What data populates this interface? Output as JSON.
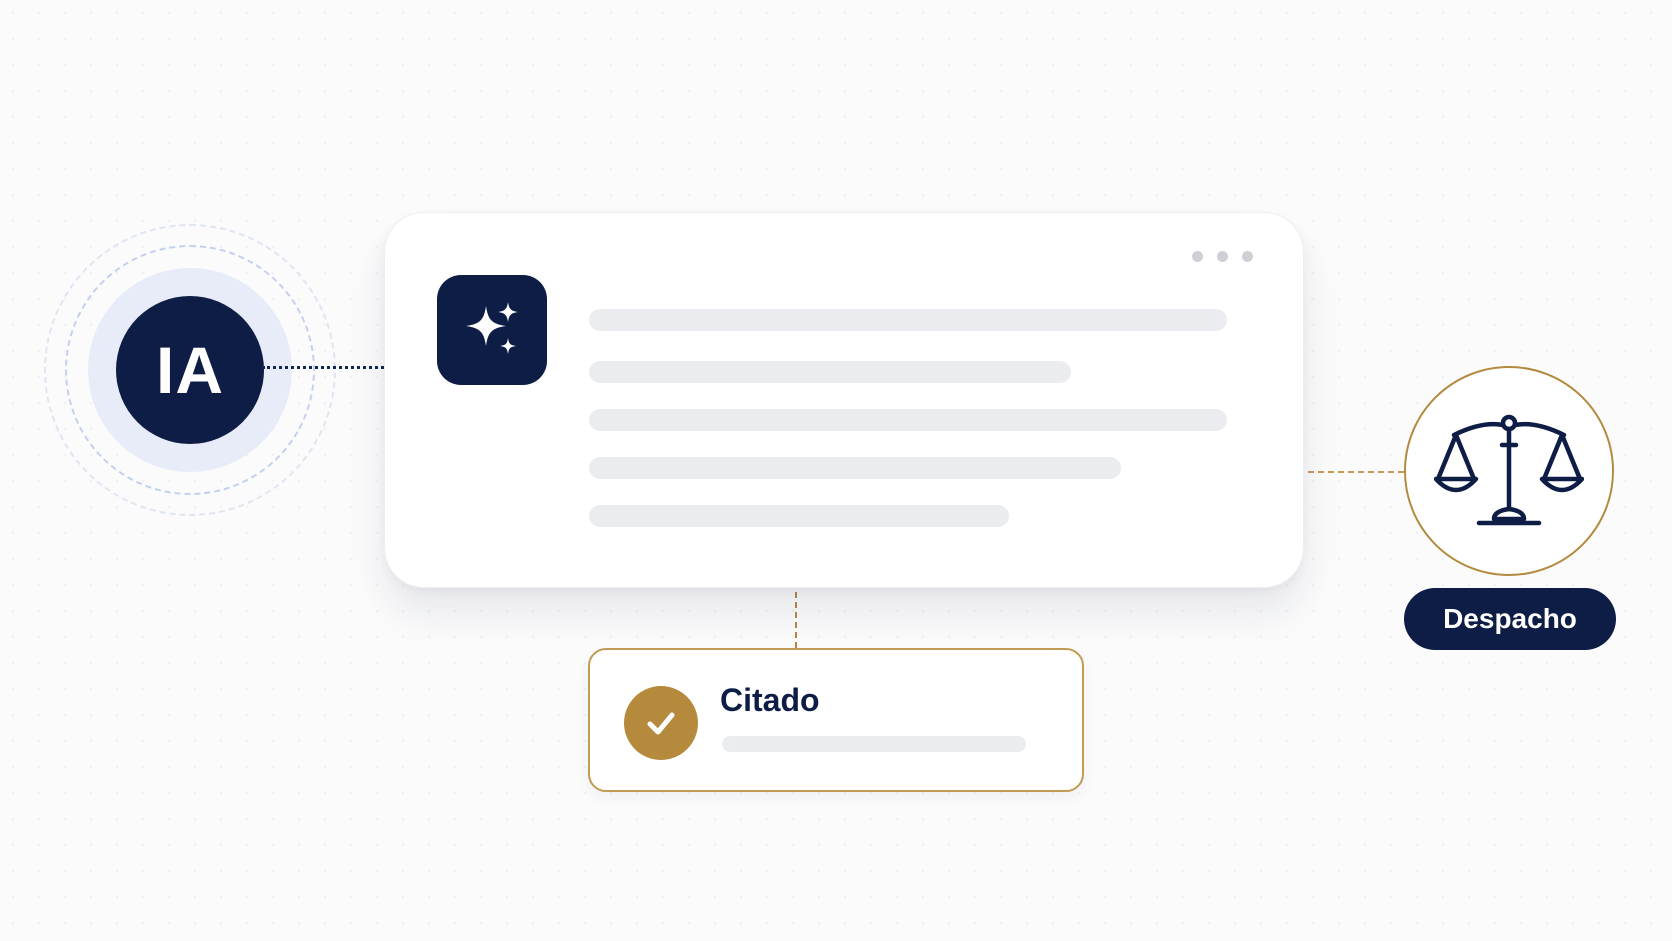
{
  "ai_node": {
    "label": "IA"
  },
  "main_card": {
    "icon": "sparkles-icon",
    "menu_icon": "more-horizontal-icon",
    "placeholder_line_count": 5
  },
  "status_card": {
    "label": "Citado",
    "icon": "check-circle-icon"
  },
  "target_node": {
    "icon": "scales-of-justice-icon",
    "label": "Despacho"
  },
  "colors": {
    "navy": "#0e1d45",
    "gold": "#b58a3c",
    "placeholder": "#ebecf0",
    "background": "#fbfbfc"
  }
}
